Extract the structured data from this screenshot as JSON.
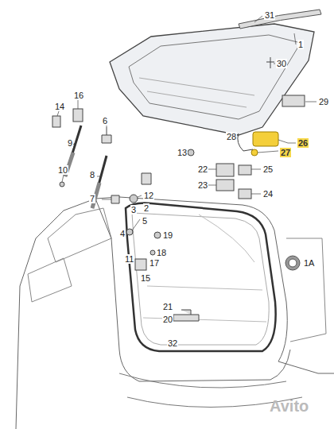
{
  "diagram": {
    "labels": [
      "31",
      "30",
      "1",
      "29",
      "16",
      "14",
      "6",
      "28",
      "26",
      "27",
      "13",
      "9",
      "22",
      "25",
      "23",
      "24",
      "10",
      "8",
      "7",
      "12",
      "3",
      "2",
      "5",
      "4",
      "19",
      "18",
      "11",
      "17",
      "15",
      "1A",
      "21",
      "20",
      "32",
      "Avito"
    ]
  }
}
